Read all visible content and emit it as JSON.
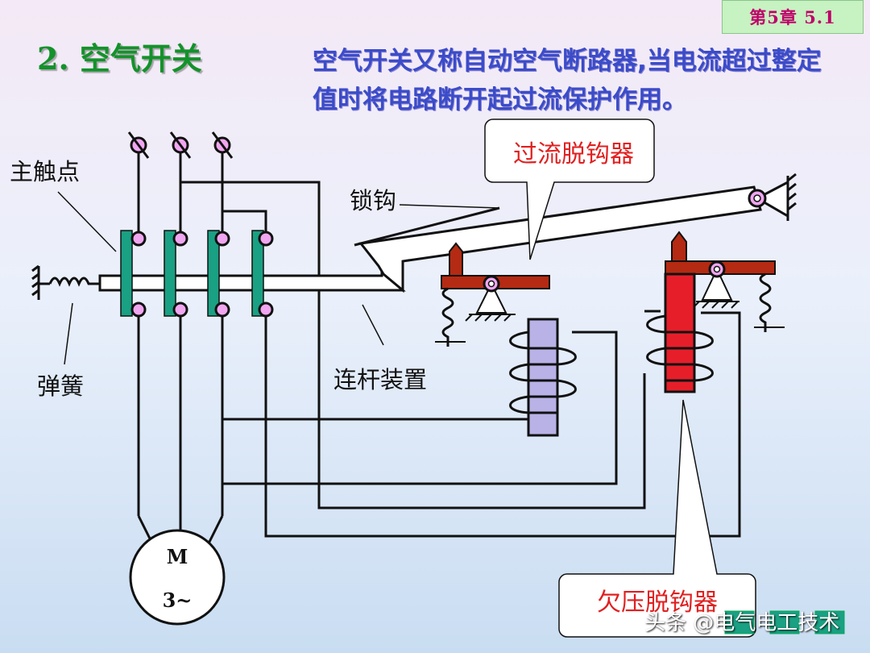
{
  "header": {
    "chapter_tag": "第5章   5.1"
  },
  "title": "2.  空气开关",
  "description": "空气开关又称自动空气断路器,当电流超过整定值时将电路断开起过流保护作用。",
  "labels": {
    "main_contact": "主触点",
    "spring": "弹簧",
    "latch": "锁钩",
    "linkage": "连杆装置",
    "overcurrent_release": "过流脱钩器",
    "undervoltage_release": "欠压脱钩器"
  },
  "motor": {
    "symbol": "M",
    "phase": "3~"
  },
  "watermark": "头条 @电气电工技术",
  "colors": {
    "title": "#13922a",
    "description": "#3b4cc9",
    "contact_bar": "#1aa083",
    "contact_node": "#f0a6f0",
    "lever": "#b52a12",
    "coil_core": "#b8b2e6",
    "armature_red": "#e61e2a",
    "callout_text": "#e02020",
    "chapter_tag_bg": "#c7f2c2",
    "chapter_tag_text": "#c0006a"
  }
}
